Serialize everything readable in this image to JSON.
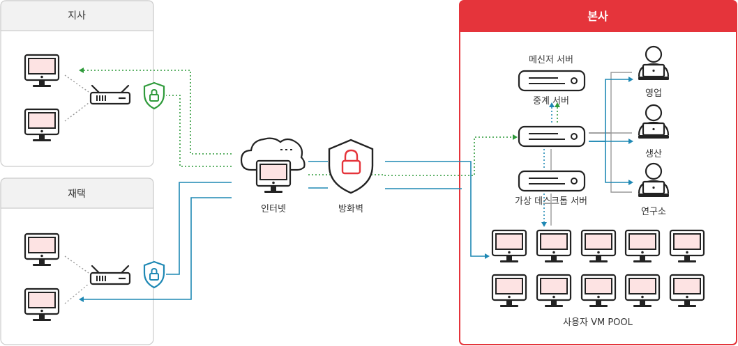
{
  "panels": {
    "branch": {
      "title": "지사"
    },
    "home": {
      "title": "재택"
    },
    "hq": {
      "title": "본사"
    }
  },
  "nodes": {
    "internet": "인터넷",
    "firewall": "방화벽",
    "messenger_server": "메신저 서버",
    "relay_server": "중계 서버",
    "vdi_server": "가상 데스크톱 서버",
    "vm_pool": "사용자 VM POOL",
    "sales": "영업",
    "production": "생산",
    "research": "연구소"
  },
  "colors": {
    "accent_red": "#e5343b",
    "line_green": "#2e9a3a",
    "line_blue": "#1e88b4",
    "screen_pink": "#fde3e3",
    "panel_border": "#cccccc",
    "panel_header": "#f2f2f2"
  },
  "icons": [
    "monitor-icon",
    "router-icon",
    "shield-lock-icon",
    "cloud-icon",
    "firewall-shield-icon",
    "server-icon",
    "user-laptop-icon"
  ]
}
